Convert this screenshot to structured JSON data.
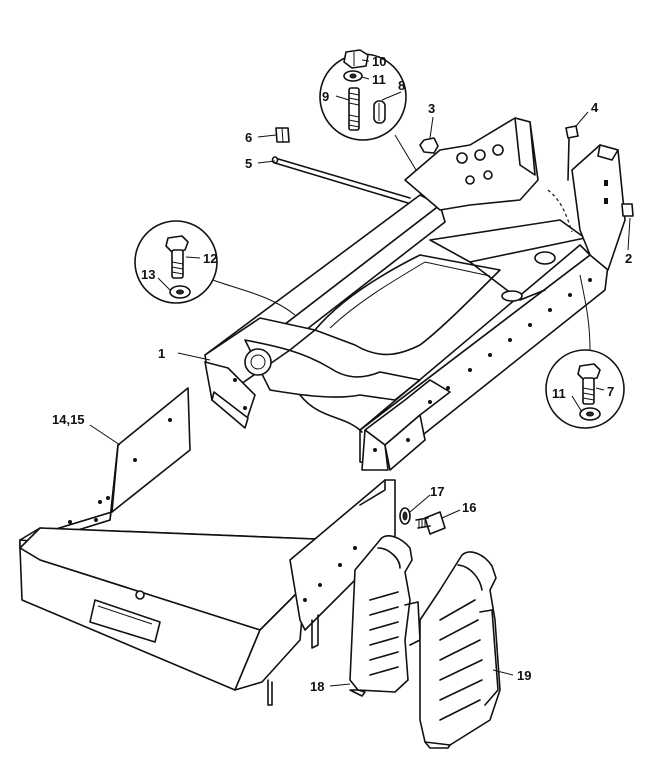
{
  "callouts": {
    "c1": "1",
    "c2": "2",
    "c3": "3",
    "c4": "4",
    "c5": "5",
    "c6": "6",
    "c7": "7",
    "c8": "8",
    "c9": "9",
    "c10": "10",
    "c11a": "11",
    "c11b": "11",
    "c12": "12",
    "c13": "13",
    "c1415": "14,15",
    "c16": "16",
    "c17": "17",
    "c18": "18",
    "c19": "19"
  },
  "colors": {
    "line": "#111111",
    "paper": "#ffffff"
  }
}
